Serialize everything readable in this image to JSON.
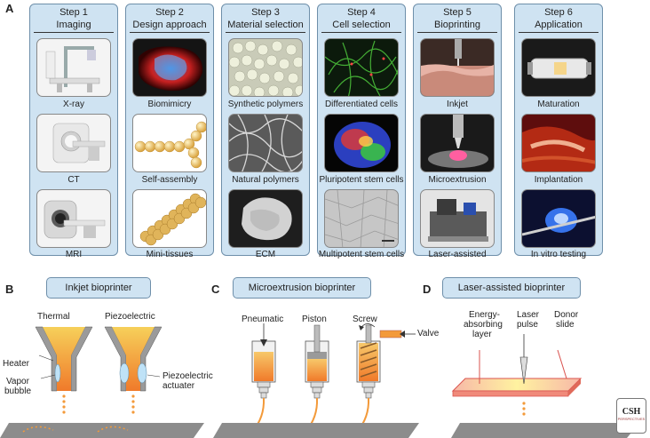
{
  "panel_a": {
    "letter": "A",
    "steps": [
      {
        "title": "Step 1",
        "subtitle": "Imaging",
        "items": [
          "X-ray",
          "CT",
          "MRI"
        ]
      },
      {
        "title": "Step 2",
        "subtitle": "Design approach",
        "items": [
          "Biomimicry",
          "Self-assembly",
          "Mini-tissues"
        ]
      },
      {
        "title": "Step 3",
        "subtitle": "Material selection",
        "items": [
          "Synthetic polymers",
          "Natural polymers",
          "ECM"
        ]
      },
      {
        "title": "Step 4",
        "subtitle": "Cell selection",
        "items": [
          "Differentiated cells",
          "Pluripotent stem cells",
          "Multipotent stem cells"
        ]
      },
      {
        "title": "Step 5",
        "subtitle": "Bioprinting",
        "items": [
          "Inkjet",
          "Microextrusion",
          "Laser-assisted"
        ]
      },
      {
        "title": "Step 6",
        "subtitle": "Application",
        "items": [
          "Maturation",
          "Implantation",
          "In vitro testing"
        ]
      }
    ]
  },
  "panel_b": {
    "letter": "B",
    "title": "Inkjet bioprinter",
    "thermal": "Thermal",
    "piezo": "Piezoelectric",
    "heater": "Heater",
    "vapor_line1": "Vapor",
    "vapor_line2": "bubble",
    "actuator_line1": "Piezoelectric",
    "actuator_line2": "actuater"
  },
  "panel_c": {
    "letter": "C",
    "title": "Microextrusion bioprinter",
    "pneumatic": "Pneumatic",
    "piston": "Piston",
    "screw": "Screw",
    "valve": "Valve"
  },
  "panel_d": {
    "letter": "D",
    "title": "Laser-assisted bioprinter",
    "energy_line1": "Energy-",
    "energy_line2": "absorbing",
    "energy_line3": "layer",
    "laser_line1": "Laser",
    "laser_line2": "pulse",
    "donor_line1": "Donor",
    "donor_line2": "slide"
  },
  "logo": {
    "text": "CSH",
    "sub": "PERSPECTIVES"
  },
  "colors": {
    "panel_bg": "#cfe3f2",
    "panel_border": "#6e8faa",
    "bioink": "#f39a3a",
    "platform": "#8c8c8c"
  }
}
